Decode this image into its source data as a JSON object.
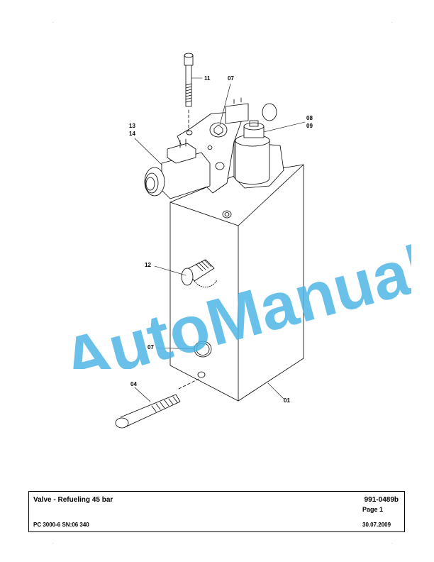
{
  "title_block": {
    "title": "Valve - Refueling 45 bar",
    "document_number": "991-0489b",
    "page": "Page 1",
    "model": "PC 3000-6 SN:06 340",
    "date": "30.07.2009"
  },
  "callouts": {
    "c11": "11",
    "c07_top": "07",
    "c13": "13",
    "c14": "14",
    "c08": "08",
    "c09": "09",
    "c12": "12",
    "c07_bottom": "07",
    "c04": "04",
    "c01": "01"
  },
  "watermark": {
    "text": "AutoManual",
    "color": "#4fb6e6"
  },
  "colors": {
    "line": "#000000",
    "background": "#ffffff"
  }
}
